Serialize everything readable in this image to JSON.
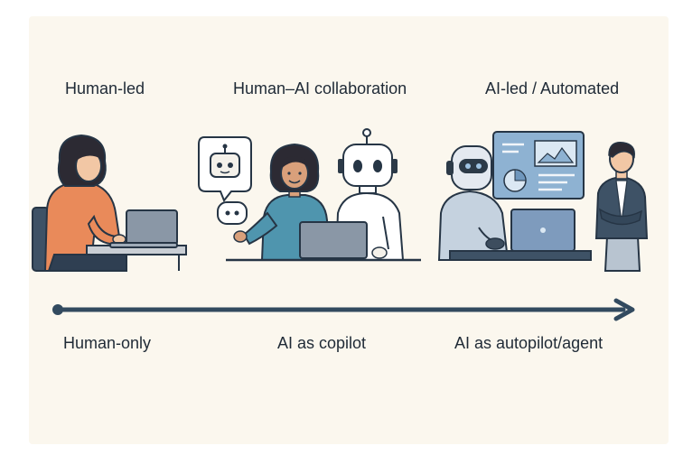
{
  "stages": [
    {
      "id": "human",
      "top_label": "Human-led",
      "bottom_label": "Human-only"
    },
    {
      "id": "collab",
      "top_label": "Human–AI collaboration",
      "bottom_label": "AI as copilot"
    },
    {
      "id": "ai",
      "top_label": "AI-led / Automated",
      "bottom_label": "AI as autopilot/agent"
    }
  ],
  "colors": {
    "background": "#fbf7ee",
    "arrow": "#324a5f",
    "outline": "#263545",
    "orange_shirt": "#e98a5a",
    "teal_shirt": "#4f95ae",
    "laptop": "#8a97a6",
    "robot_face": "#ffffff",
    "dashboard": "#8eb2d2",
    "hair": "#2c2a33",
    "skin_light": "#f2c7a5",
    "skin_tan": "#d9a07b"
  },
  "icons": [
    "laptop-icon",
    "robot-head-icon",
    "speech-bubble-icon",
    "chat-dots-icon",
    "dashboard-chart-icon"
  ]
}
